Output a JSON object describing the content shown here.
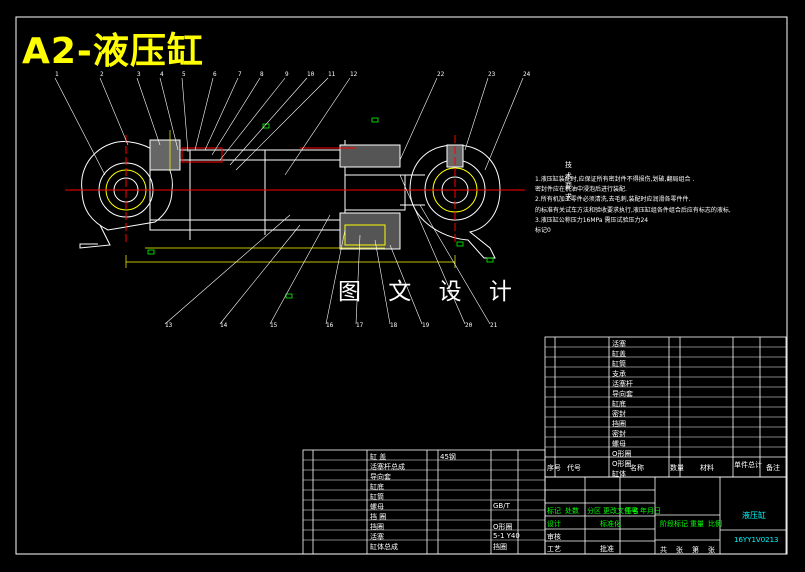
{
  "drawing": {
    "title": "A2-液压缸",
    "watermark": "图 文 设 计"
  },
  "part_labels": {
    "top": [
      "1",
      "2",
      "3",
      "4",
      "5",
      "6",
      "7",
      "8",
      "9",
      "10",
      "11",
      "12",
      "22",
      "23",
      "24"
    ],
    "bottom": [
      "13",
      "14",
      "15",
      "16",
      "17",
      "18",
      "19",
      "20",
      "21"
    ]
  },
  "technical_notes": {
    "heading": "技 术 要 求",
    "lines": [
      "1.液压缸装配时,应保证所有密封件不得损伤,划破,翻局组合 .",
      "  密封件应在机油中浸泡后进行装配.",
      "2.所有机加工零件必须清洗,去毛刺,装配时应润滑各零件件.",
      "  的标准有关试车方法和验收要求执行,液压缸组各件组合后应有标志的液标,",
      "3.液压缸公称压力16MPa  需压试验压力24",
      "  标记0"
    ]
  },
  "title_block": {
    "part_name": "液压缸",
    "drawing_number": "16YY1V0213",
    "header": {
      "no": "序号",
      "code": "代号",
      "name": "名称",
      "qty": "数量",
      "material": "材料",
      "unit_weight": "单件",
      "total_weight": "总计",
      "remark": "备注"
    },
    "right_list_names": [
      "活塞",
      "缸盖",
      "缸筒",
      "支承",
      "活塞杆",
      "导向套",
      "缸底",
      "密封",
      "挡圈",
      "密封",
      "螺母",
      "O形圈",
      "O形圈",
      "缸体"
    ],
    "left_list_names": [
      "缸 盖",
      "活塞杆总成",
      "导向套",
      "缸底",
      "缸筒",
      "螺母",
      "挡 圈",
      "挡圈",
      "活塞",
      "缸体总成"
    ],
    "left_list_materials": [
      "45钢",
      "",
      "",
      "",
      "",
      "",
      "",
      "",
      "",
      ""
    ],
    "left_spec_notes": [
      "",
      "",
      "",
      "",
      "",
      "GB/T",
      "",
      "O形圈",
      "5-1 Y40",
      "挡圈"
    ],
    "sign_labels": [
      "标记",
      "处数",
      "分区",
      "更改文件号",
      "签名",
      "年月日"
    ],
    "design_labels": [
      "设计",
      "标准化",
      "阶段标记",
      "重量",
      "比例"
    ],
    "check_labels": [
      "审核",
      "工艺",
      "批准"
    ],
    "sheet_labels": [
      "共",
      "张",
      "第",
      "张"
    ]
  }
}
